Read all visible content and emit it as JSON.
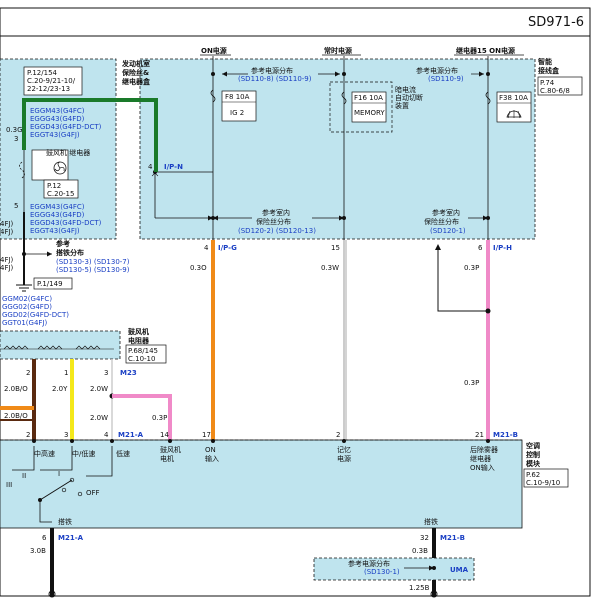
{
  "page_code": "SD971-6",
  "columns": {
    "on_power": "ON电源",
    "constant_power": "常时电源",
    "relay15_on_power": "继电器15 ON电源"
  },
  "smart_junction": {
    "title_lines": [
      "智能",
      "接线盒"
    ],
    "ref": [
      "P.74",
      "C.80-6/8"
    ],
    "ref_power1": [
      "参考电源分布",
      "(SD110-8) (SD110-9)"
    ],
    "ref_power2": [
      "参考电源分布",
      "(SD110-9)"
    ],
    "dark_current_lines": [
      "暗电流",
      "自动切断",
      "装置"
    ],
    "fuse_f8": {
      "id": "F8 10A",
      "name": "IG 2"
    },
    "fuse_f16": {
      "id": "F16 10A",
      "name": "MEMORY"
    },
    "fuse_f38": {
      "id": "F38 10A"
    },
    "ref_indoor1": [
      "参考室内",
      "保险丝分布",
      "(SD120-2) (SD120-13)"
    ],
    "ref_indoor2": [
      "参考室内",
      "保险丝分布",
      "(SD120-1)"
    ]
  },
  "engine_room_box": {
    "title_lines": [
      "发动机室",
      "保险丝&",
      "继电器盒"
    ],
    "ref": [
      "P.12/154",
      "C.20-9/21-10/",
      "22-12/23-13"
    ],
    "wire_upper": "0.3G",
    "pin_upper": "3",
    "pin_lower": "5",
    "codes_upper": [
      "EGGM43(G4FC)",
      "EGGG43(G4FD)",
      "EGGD43(G4FD-DCT)",
      "EGGT43(G4FJ)"
    ],
    "codes_lower": [
      "EGGM43(G4FC)",
      "EGGG43(G4FD)",
      "EGGD43(G4FD-DCT)",
      "EGGT43(G4FJ)"
    ],
    "relay_label": "鼓风机 继电器",
    "relay_ref": [
      "P.12",
      "C.20-15"
    ],
    "side_left": [
      "4FJ)",
      "4FJ)",
      "4FJ)",
      "4FJ)"
    ]
  },
  "ground_ref": {
    "lines": [
      "参考",
      "搭铁分布"
    ],
    "codes": [
      "(SD130-3) (SD130-7)",
      "(SD130-5) (SD130-9)"
    ],
    "ref": "P.1/149",
    "ground_codes": [
      "GGM02(G4FC)",
      "GGG02(G4FD)",
      "GGD02(G4FD-DCT)",
      "GGT01(G4FJ)"
    ]
  },
  "blower_resistor": {
    "title_lines": [
      "鼓风机",
      "电阻器"
    ],
    "ref": [
      "P.68/145",
      "C.10-10"
    ],
    "connector": "M23",
    "pins": [
      "2",
      "1",
      "3"
    ],
    "wires": [
      "2.0B/O",
      "2.0Y",
      "2.0W",
      "2.0W",
      "2.0B/O"
    ]
  },
  "connectors": {
    "ipn": "I/P-N",
    "ipn_pin": "4",
    "ipg": "I/P-G",
    "ipg_pin": "4",
    "iph": "I/P-H",
    "iph_pin": "6",
    "pin15": "15",
    "m21a": "M21-A",
    "m21b": "M21-B",
    "m21a_pins": [
      "2",
      "3",
      "4",
      "14",
      "17",
      "2"
    ],
    "m21b_pin": "21",
    "m21a_bottom_pin": "6",
    "m21b_bottom_pin": "32"
  },
  "wires": {
    "orange": "0.3O",
    "white": "0.3W",
    "pink_top": "0.3P",
    "pink_mid": "0.3P",
    "pink_left": "0.3P",
    "black_left": "3.0B",
    "black_right_a": "0.3B",
    "black_right_b": "1.25B"
  },
  "ac_module": {
    "title_lines": [
      "空调",
      "控制",
      "模块"
    ],
    "ref": [
      "P.62",
      "C.10-9/10"
    ],
    "labels": {
      "mid_high": "中高速",
      "mid_low": "中/低速",
      "low": "低速",
      "blower_motor": [
        "鼓风机",
        "电机"
      ],
      "on_input": [
        "ON",
        "输入"
      ],
      "memory_power": [
        "记忆",
        "电源"
      ],
      "defog_relay": [
        "后除雾器",
        "继电器",
        "ON输入"
      ]
    },
    "switch_labels": [
      "III",
      "II",
      "I",
      "OFF"
    ],
    "ground1": "搭铁",
    "ground2": "搭铁"
  },
  "bottom_ref": {
    "lines": [
      "参考电源分布",
      "(SD130-1)"
    ],
    "uma": "UMA"
  },
  "colors": {
    "box_fill": "#bfe4ee",
    "green_wire": "#1a7a2a",
    "orange_wire": "#f08a18",
    "pink_wire": "#f08ac8",
    "yellow_wire": "#f4e81a",
    "brown_wire": "#5a2a10",
    "blue_text": "#1a3fc4"
  }
}
